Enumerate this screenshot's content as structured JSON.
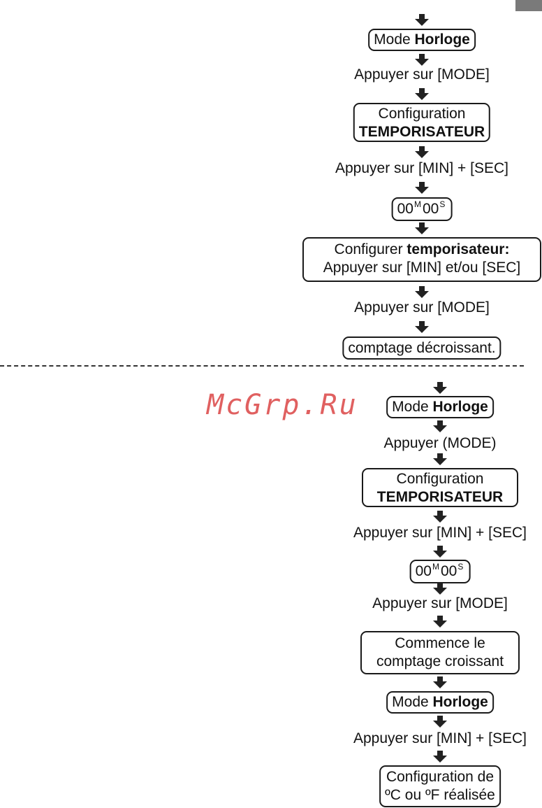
{
  "watermark": "McGrp.Ru",
  "top": {
    "box1": {
      "pre": "Mode ",
      "bold": "Horloge",
      "post": ""
    },
    "step1": "Appuyer sur [MODE]",
    "box2": {
      "line1": "Configuration",
      "line2": "TEMPORISATEUR"
    },
    "step2": "Appuyer sur [MIN] + [SEC]",
    "display": {
      "min": "00",
      "min_unit": "M",
      "sec": "00",
      "sec_unit": "S"
    },
    "box4": {
      "line1_pre": "Configurer ",
      "line1_bold": "temporisateur:",
      "line2": "Appuyer sur [MIN] et/ou [SEC]"
    },
    "step3": "Appuyer sur [MODE]",
    "box5": "comptage décroissant."
  },
  "bottom": {
    "box1": {
      "pre": "Mode ",
      "bold": "Horloge"
    },
    "step1": "Appuyer (MODE)",
    "box2": {
      "line1": "Configuration",
      "line2": "TEMPORISATEUR"
    },
    "step2": "Appuyer sur [MIN] + [SEC]",
    "display": {
      "min": "00",
      "min_unit": "M",
      "sec": "00",
      "sec_unit": "S"
    },
    "step3": "Appuyer sur [MODE]",
    "box4": {
      "line1": "Commence le",
      "line2": "comptage croissant"
    },
    "box5": {
      "pre": "Mode ",
      "bold": "Horloge"
    },
    "step4": "Appuyer sur [MIN] + [SEC]",
    "box6": {
      "line1": "Configuration de",
      "line2": "ºC ou ºF réalisée"
    }
  }
}
